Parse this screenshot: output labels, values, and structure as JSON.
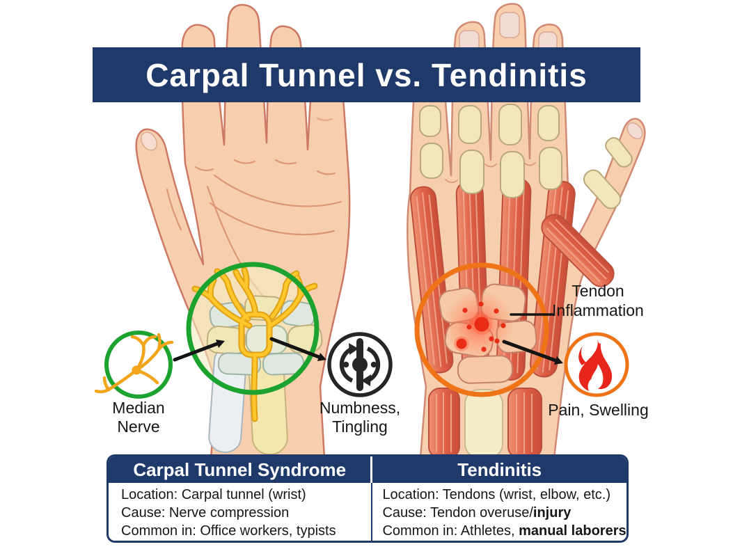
{
  "title": "Carpal Tunnel vs. Tendinitis",
  "annotations": {
    "median_nerve": {
      "line1": "Median",
      "line2": "Nerve",
      "icon": "nerve-branch-icon"
    },
    "numbness": {
      "line1": "Numbness,",
      "line2": "Tingling",
      "icon": "vibration-icon"
    },
    "tendon_inflammation": {
      "line1": "Tendon",
      "line2": "Inflammation"
    },
    "pain_swelling": {
      "label": "Pain, Swelling",
      "icon": "flame-icon"
    }
  },
  "comparison_table": {
    "columns": [
      {
        "header": "Carpal Tunnel Syndrome",
        "rows": [
          {
            "text": "Location: Carpal tunnel (wrist)",
            "bold": ""
          },
          {
            "text": "Cause: Nerve compression",
            "bold": ""
          },
          {
            "text": "Common in: Office workers, typists",
            "bold": ""
          }
        ]
      },
      {
        "header": "Tendinitis",
        "rows": [
          {
            "text": "Location: Tendons (wrist, elbow, etc.)",
            "bold": ""
          },
          {
            "text": "Cause: Tendon overuse/",
            "bold": "injury"
          },
          {
            "text": "Common in: Athletes, ",
            "bold": "manual laborers"
          }
        ]
      }
    ]
  },
  "icons": {
    "median_nerve": "nerve-branch-icon",
    "numbness_tingling": "vibration-icon",
    "pain_swelling": "flame-icon"
  },
  "colors": {
    "navy": "#1f3a6a",
    "green": "#1ca32f",
    "orange": "#ef7418",
    "flame_red": "#e8251a",
    "nerve_yellow": "#ffc72b",
    "icon_black": "#262626",
    "skin": "#f8cfae",
    "skin_outline": "#cd7964",
    "muscle_red": "#dd5f45",
    "bone_cream": "#f3e6ba",
    "table_border": "#1f3a6a",
    "text": "#161616",
    "background": "#ffffff"
  }
}
